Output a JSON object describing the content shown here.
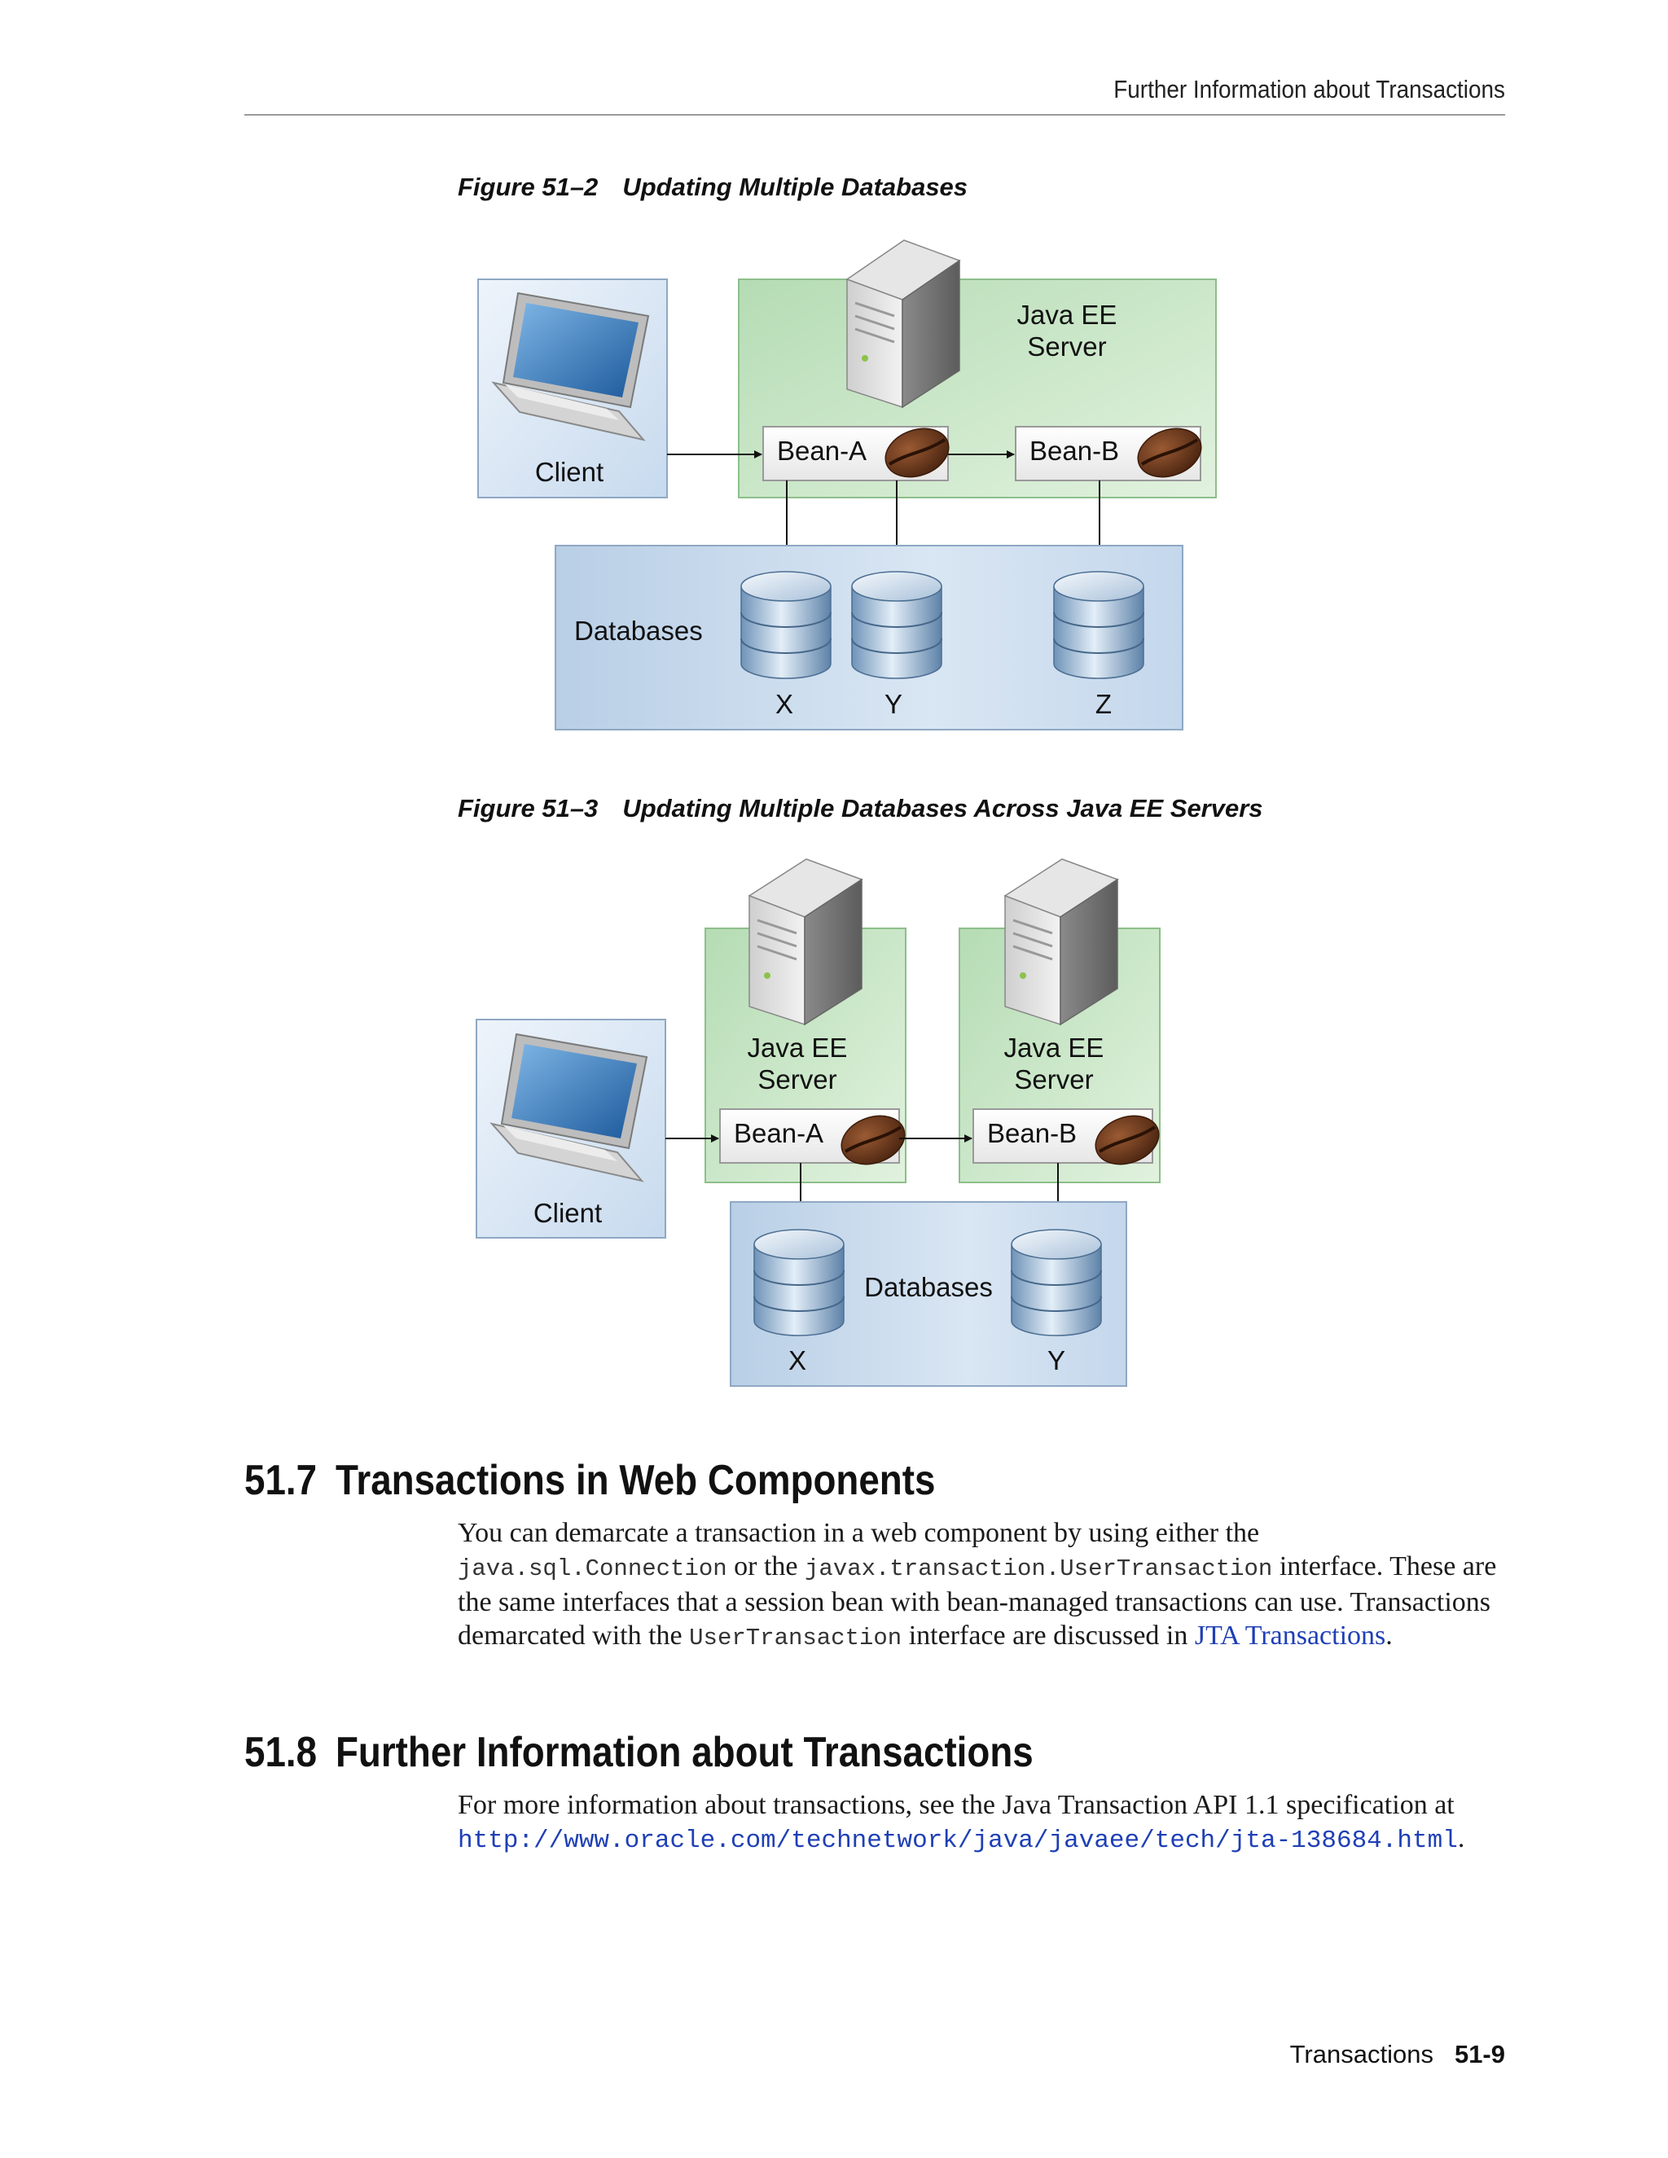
{
  "header": {
    "running_title": "Further Information about Transactions"
  },
  "figure_2": {
    "number": "Figure 51–2",
    "title": "Updating Multiple Databases",
    "client_label": "Client",
    "server_label_line1": "Java EE",
    "server_label_line2": "Server",
    "bean_a": "Bean-A",
    "bean_b": "Bean-B",
    "databases_label": "Databases",
    "db_x": "X",
    "db_y": "Y",
    "db_z": "Z"
  },
  "figure_3": {
    "number": "Figure 51–3",
    "title": "Updating Multiple Databases Across Java EE Servers",
    "client_label": "Client",
    "server1_line1": "Java EE",
    "server1_line2": "Server",
    "server2_line1": "Java EE",
    "server2_line2": "Server",
    "bean_a": "Bean-A",
    "bean_b": "Bean-B",
    "databases_label": "Databases",
    "db_x": "X",
    "db_y": "Y"
  },
  "section_7": {
    "number": "51.7",
    "title": "Transactions in Web Components",
    "p1": "You can demarcate a transaction in a web component by using either the",
    "code1": "java.sql.Connection",
    "p2": " or the ",
    "code2": "javax.transaction.UserTransaction",
    "p3": " interface. These are the same interfaces that a session bean with bean-managed transactions can use. Transactions demarcated with the ",
    "code3": "UserTransaction",
    "p4": " interface are discussed in ",
    "link": "JTA Transactions",
    "p5": "."
  },
  "section_8": {
    "number": "51.8",
    "title": "Further Information about Transactions",
    "p1": "For more information about transactions, see the Java Transaction API 1.1 specification at",
    "url": "http://www.oracle.com/technetwork/java/javaee/tech/jta-138684.html",
    "p2": "."
  },
  "footer": {
    "chapter": "Transactions",
    "page": "51-9"
  }
}
